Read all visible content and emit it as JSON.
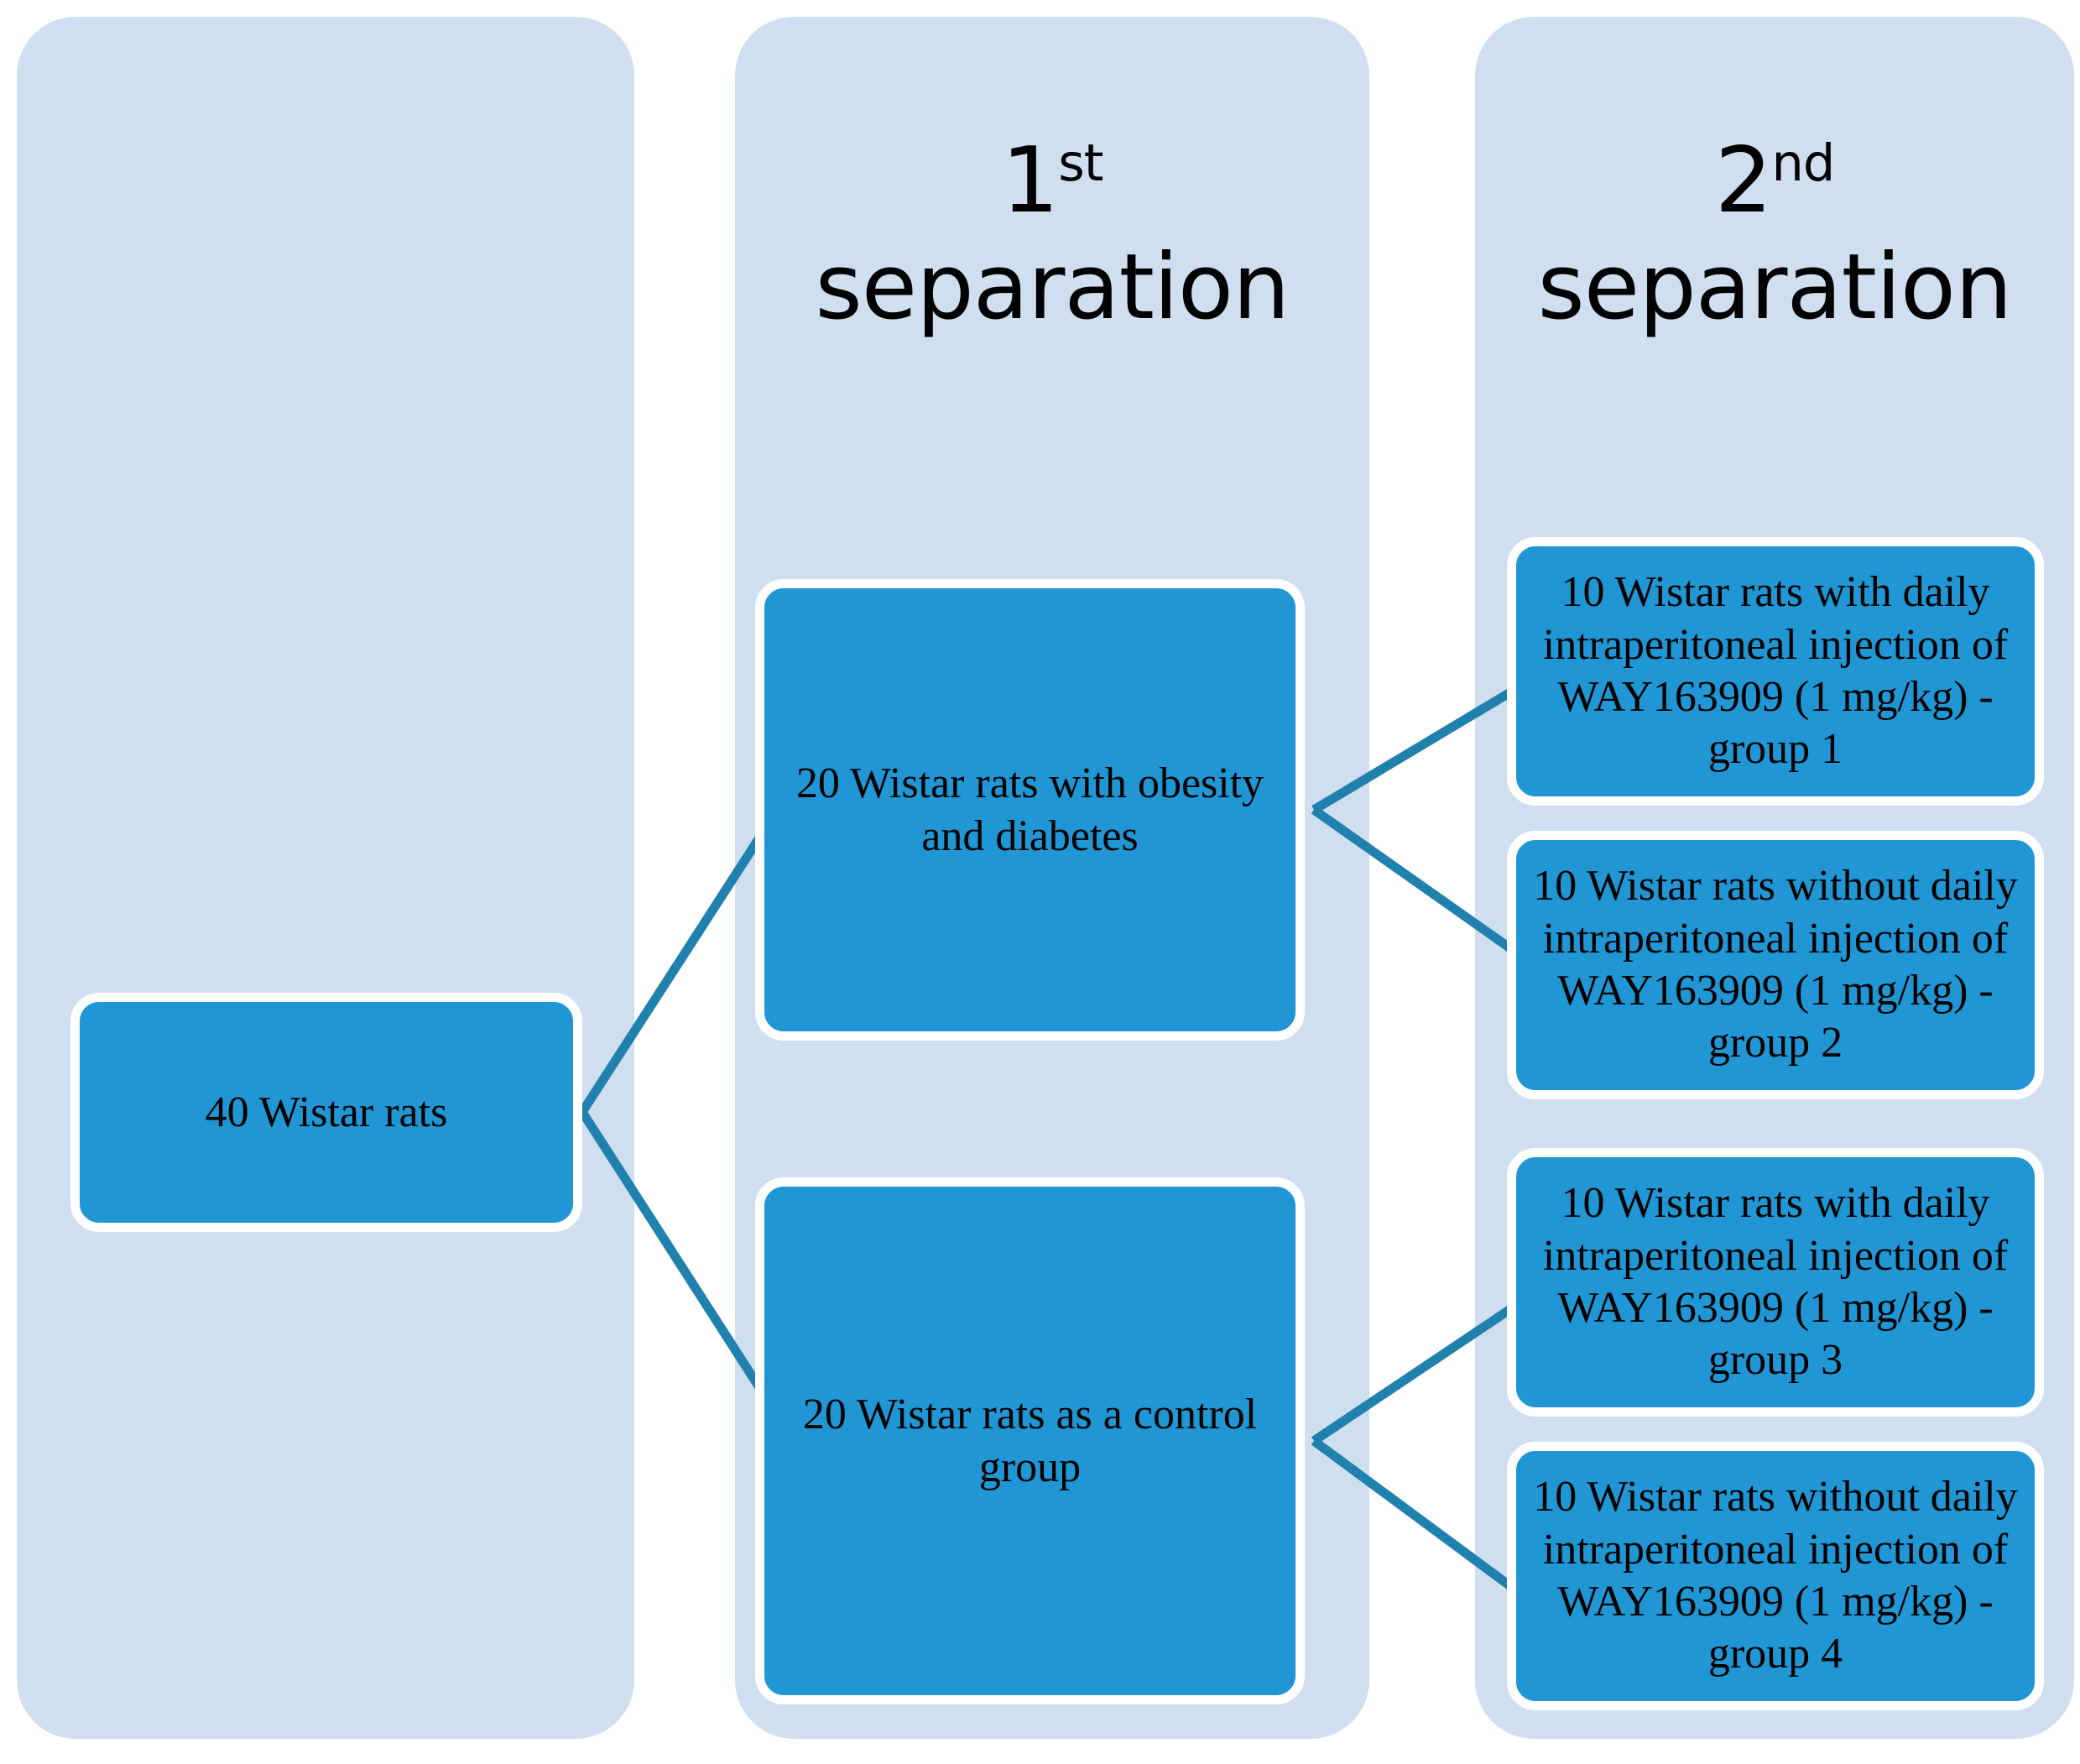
{
  "diagram": {
    "title": "Wistar rat study group allocation flowchart",
    "colors": {
      "panel_background": "#cfdff0",
      "node_fill": "#2196d4",
      "node_border": "#ffffff",
      "connector": "#2080ae",
      "text": "#000000",
      "canvas": "#ffffff"
    },
    "columns": [
      {
        "id": "baseline",
        "header_number": "",
        "header_ordinal": "",
        "header_word": ""
      },
      {
        "id": "first-separation",
        "header_number": "1",
        "header_ordinal": "st",
        "header_word": "separation"
      },
      {
        "id": "second-separation",
        "header_number": "2",
        "header_ordinal": "nd",
        "header_word": "separation"
      }
    ],
    "nodes": {
      "root": {
        "id": "root",
        "label": "40 Wistar rats",
        "count": 40
      },
      "first_separation": [
        {
          "id": "obese-diabetic",
          "label": "20 Wistar rats with obesity and diabetes",
          "count": 20
        },
        {
          "id": "control",
          "label": "20 Wistar rats as a control group",
          "count": 20
        }
      ],
      "second_separation": [
        {
          "id": "group-1",
          "label": "10 Wistar rats with daily intraperitoneal injection of WAY163909 (1 mg/kg) - group 1",
          "count": 10,
          "group": "group 1",
          "drug": "WAY163909",
          "dose": "1 mg/kg",
          "treated": true,
          "parent": "obese-diabetic"
        },
        {
          "id": "group-2",
          "label": "10 Wistar rats without daily intraperitoneal injection of WAY163909 (1 mg/kg) - group 2",
          "count": 10,
          "group": "group 2",
          "drug": "WAY163909",
          "dose": "1 mg/kg",
          "treated": false,
          "parent": "obese-diabetic"
        },
        {
          "id": "group-3",
          "label": "10 Wistar rats with daily intraperitoneal injection of WAY163909 (1 mg/kg) - group 3",
          "count": 10,
          "group": "group 3",
          "drug": "WAY163909",
          "dose": "1 mg/kg",
          "treated": true,
          "parent": "control"
        },
        {
          "id": "group-4",
          "label": "10 Wistar rats without daily intraperitoneal injection of WAY163909 (1 mg/kg) - group 4",
          "count": 10,
          "group": "group 4",
          "drug": "WAY163909",
          "dose": "1 mg/kg",
          "treated": false,
          "parent": "control"
        }
      ]
    },
    "edges": [
      {
        "from": "root",
        "to": "obese-diabetic"
      },
      {
        "from": "root",
        "to": "control"
      },
      {
        "from": "obese-diabetic",
        "to": "group-1"
      },
      {
        "from": "obese-diabetic",
        "to": "group-2"
      },
      {
        "from": "control",
        "to": "group-3"
      },
      {
        "from": "control",
        "to": "group-4"
      }
    ]
  }
}
